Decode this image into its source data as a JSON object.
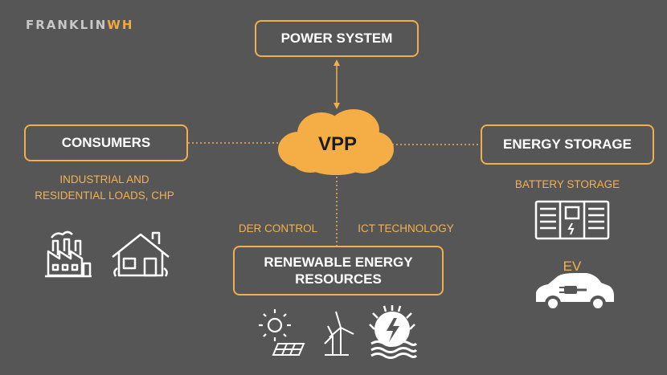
{
  "logo": {
    "part1": "FRANKLIN",
    "part2": "WH"
  },
  "nodes": {
    "power_system": "POWER SYSTEM",
    "consumers": "CONSUMERS",
    "energy_storage": "ENERGY STORAGE",
    "vpp": "VPP",
    "renewable_line1": "RENEWABLE ENERGY",
    "renewable_line2": "RESOURCES"
  },
  "labels": {
    "consumers_sub_line1": "INDUSTRIAL AND",
    "consumers_sub_line2": "RESIDENTIAL LOADS, CHP",
    "battery_storage": "BATTERY STORAGE",
    "ev": "EV",
    "der_control": "DER CONTROL",
    "ict_technology": "ICT TECHNOLOGY"
  },
  "colors": {
    "background": "#565656",
    "accent": "#f0ae4c",
    "text": "#ffffff"
  },
  "icons": [
    "factory-icon",
    "house-icon",
    "battery-storage-icon",
    "ev-car-icon",
    "sun-icon",
    "solar-panel-icon",
    "wind-turbine-icon",
    "hydro-energy-icon"
  ]
}
